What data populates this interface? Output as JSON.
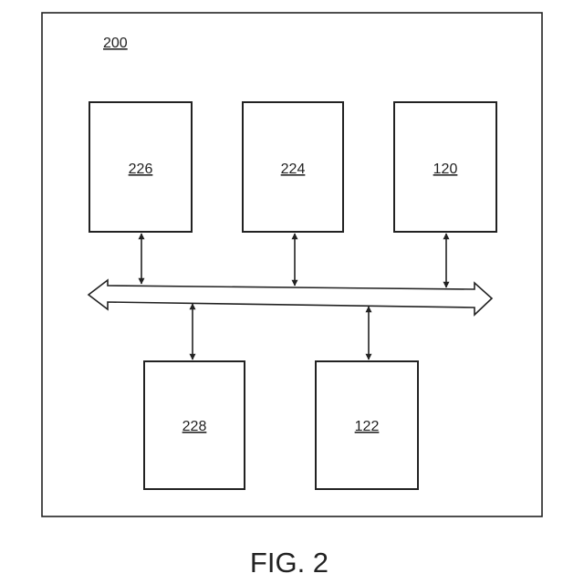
{
  "figure": {
    "outer_label": "200",
    "blocks": {
      "b226": "226",
      "b224": "224",
      "b120": "120",
      "b228": "228",
      "b122": "122"
    },
    "caption": "FIG. 2"
  }
}
